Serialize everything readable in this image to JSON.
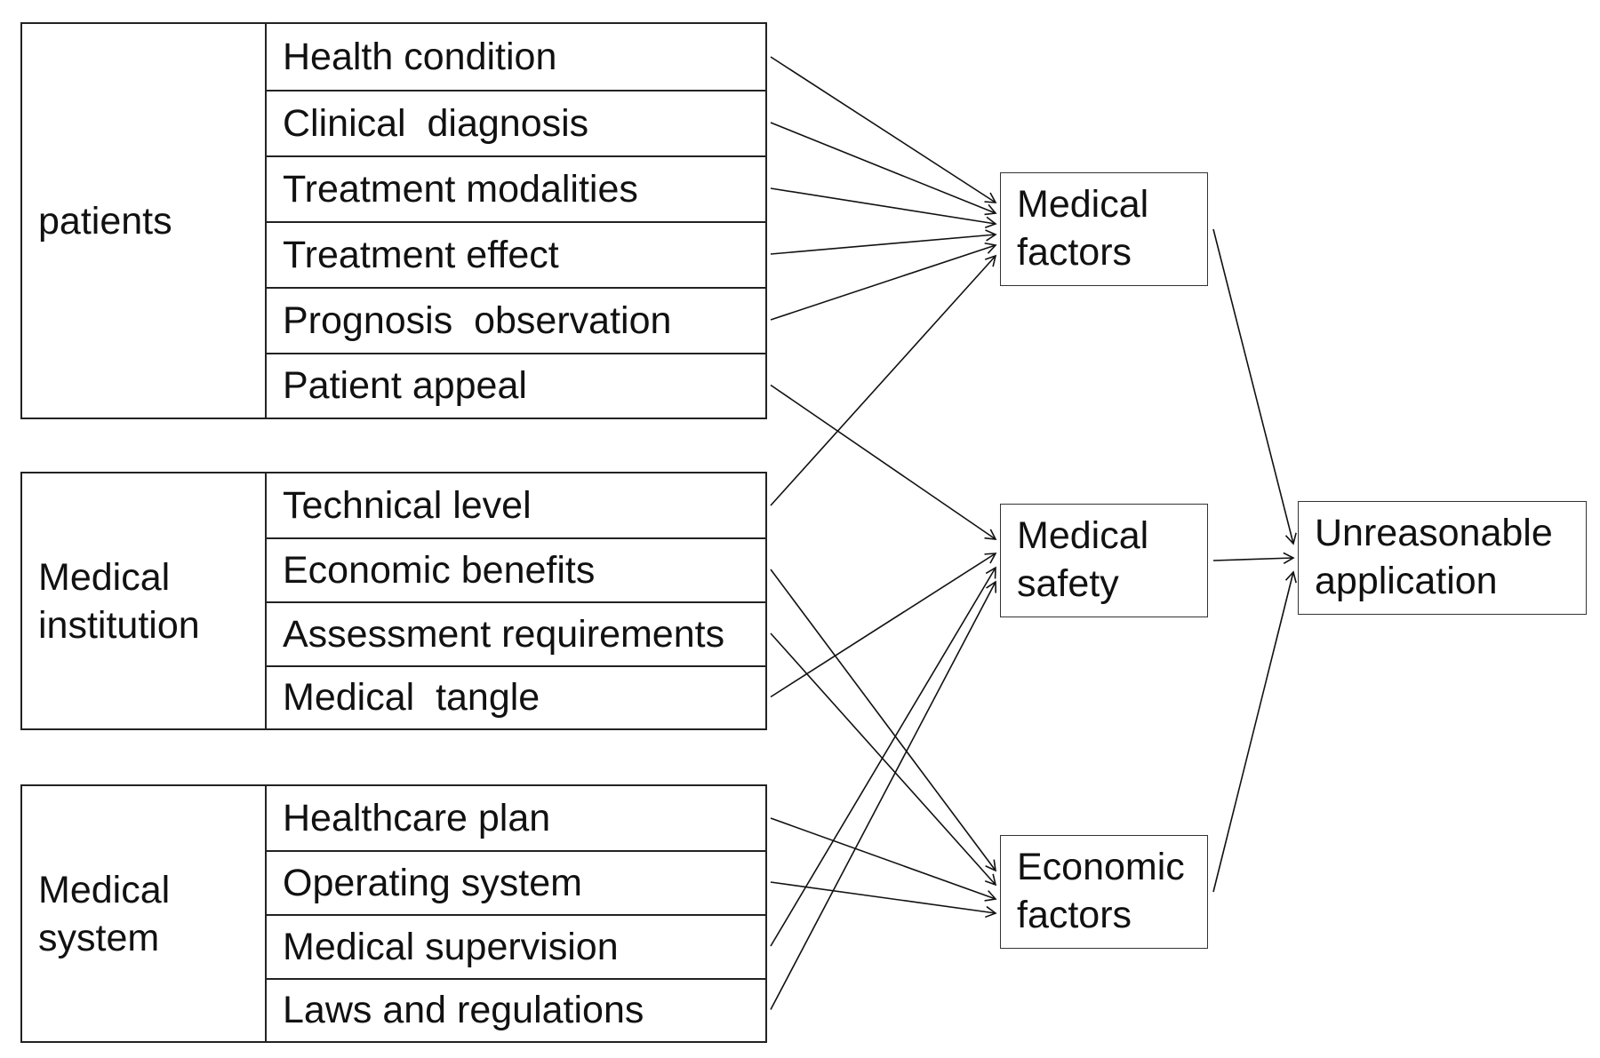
{
  "groups": [
    {
      "label": "patients",
      "items": [
        "Health condition",
        "Clinical  diagnosis",
        "Treatment modalities",
        "Treatment effect",
        "Prognosis  observation",
        "Patient appeal"
      ]
    },
    {
      "label": "Medical\ninstitution",
      "items": [
        "Technical level",
        "Economic benefits",
        "Assessment requirements",
        "Medical  tangle"
      ]
    },
    {
      "label": "Medical\nsystem",
      "items": [
        "Healthcare plan",
        "Operating system",
        "Medical supervision",
        "Laws and regulations"
      ]
    }
  ],
  "factors": [
    {
      "id": "medical-factors",
      "label": "Medical\nfactors"
    },
    {
      "id": "medical-safety",
      "label": "Medical\nsafety"
    },
    {
      "id": "economic-factors",
      "label": "Economic\nfactors"
    }
  ],
  "outcome": {
    "label": "Unreasonable\napplication"
  },
  "edges": [
    {
      "from": [
        0,
        0
      ],
      "to": "medical-factors"
    },
    {
      "from": [
        0,
        1
      ],
      "to": "medical-factors"
    },
    {
      "from": [
        0,
        2
      ],
      "to": "medical-factors"
    },
    {
      "from": [
        0,
        3
      ],
      "to": "medical-factors"
    },
    {
      "from": [
        0,
        4
      ],
      "to": "medical-factors"
    },
    {
      "from": [
        0,
        5
      ],
      "to": "medical-safety"
    },
    {
      "from": [
        1,
        0
      ],
      "to": "medical-factors"
    },
    {
      "from": [
        1,
        1
      ],
      "to": "economic-factors"
    },
    {
      "from": [
        1,
        2
      ],
      "to": "economic-factors"
    },
    {
      "from": [
        1,
        3
      ],
      "to": "medical-safety"
    },
    {
      "from": [
        2,
        0
      ],
      "to": "economic-factors"
    },
    {
      "from": [
        2,
        1
      ],
      "to": "economic-factors"
    },
    {
      "from": [
        2,
        2
      ],
      "to": "medical-safety"
    },
    {
      "from": [
        2,
        3
      ],
      "to": "medical-safety"
    },
    {
      "from": "medical-factors",
      "to": "outcome"
    },
    {
      "from": "medical-safety",
      "to": "outcome"
    },
    {
      "from": "economic-factors",
      "to": "outcome"
    }
  ]
}
